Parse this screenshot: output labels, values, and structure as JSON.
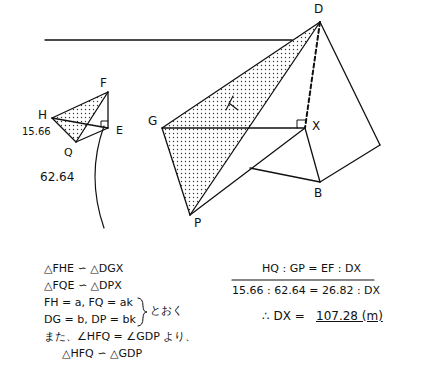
{
  "diagram": {
    "labels": [
      "D",
      "F",
      "G",
      "H",
      "15.66",
      "E",
      "Q",
      "62.64",
      "X",
      "B",
      "P",
      "△FHE ∽ △DGX",
      "△FQE ∽ △DPX",
      "FH = a, FQ = ak",
      "DG = b, DP = bk",
      "とおく",
      "また、∠HFQ = ∠GDP より、",
      "△HFQ ∽ △GDP",
      "HQ : GP = EF : DX",
      "15.66 : 62.64 = 26.82 : DX",
      "∴ DX =",
      "107.28 (m)"
    ]
  }
}
